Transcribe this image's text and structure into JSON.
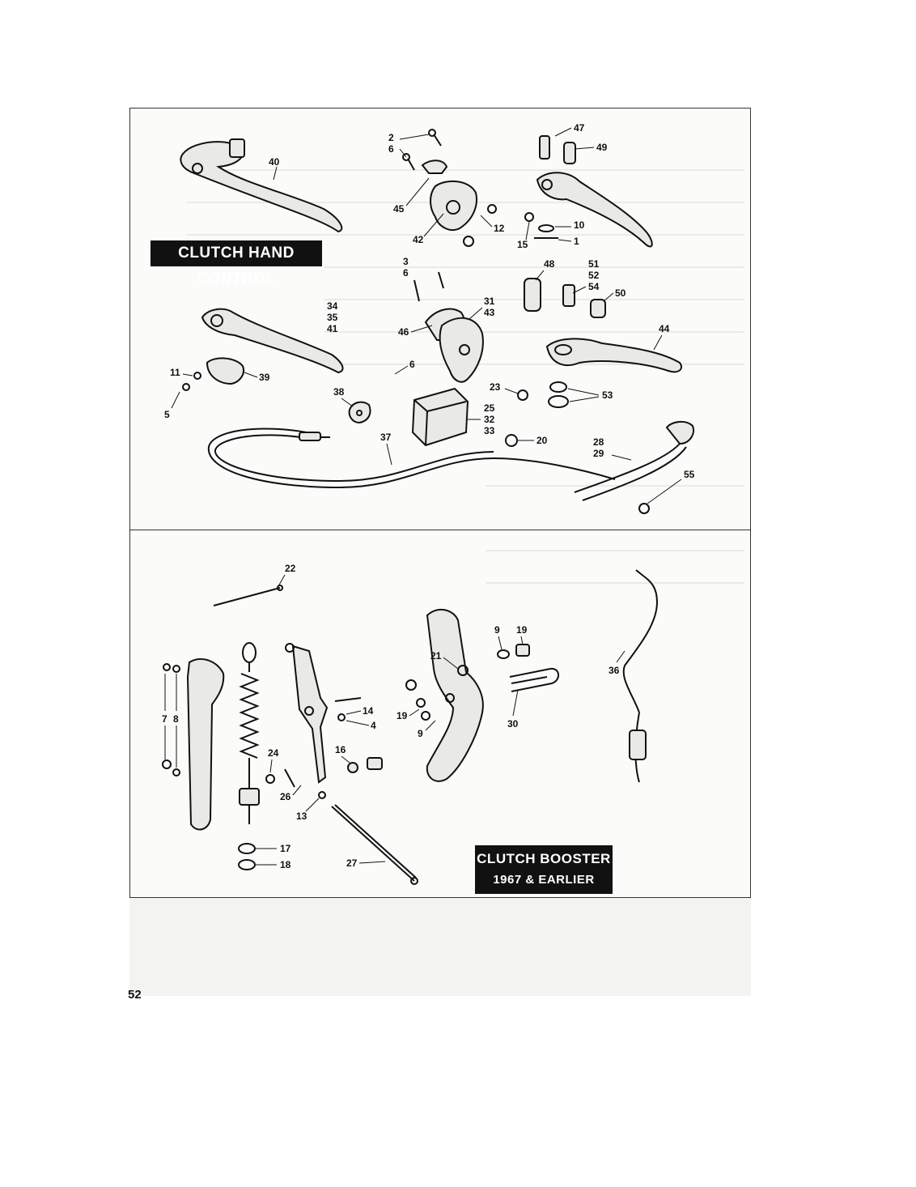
{
  "page_number": "52",
  "section_titles": {
    "hand_control": "CLUTCH HAND CONTROL",
    "booster_line1": "CLUTCH BOOSTER",
    "booster_line2": "1967 & EARLIER"
  },
  "callouts": [
    "47",
    "49",
    "2",
    "6",
    "40",
    "45",
    "42",
    "12",
    "15",
    "10",
    "1",
    "3",
    "6",
    "48",
    "51",
    "52",
    "54",
    "50",
    "31",
    "43",
    "34",
    "35",
    "41",
    "46",
    "44",
    "11",
    "39",
    "6",
    "5",
    "38",
    "23",
    "53",
    "25",
    "32",
    "33",
    "37",
    "20",
    "28",
    "29",
    "55",
    "22",
    "9",
    "19",
    "21",
    "36",
    "7",
    "8",
    "14",
    "4",
    "16",
    "19",
    "9",
    "30",
    "24",
    "26",
    "13",
    "17",
    "18",
    "27"
  ]
}
